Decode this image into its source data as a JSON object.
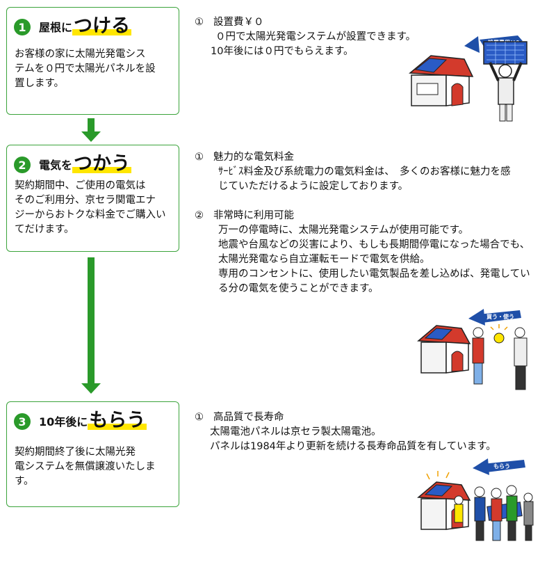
{
  "steps": [
    {
      "number": "1",
      "heading_small": "屋根に",
      "heading_big": "つける",
      "body": [
        "お客様の家に太陽光発電シス",
        "テムを０円で太陽光パネルを設",
        "置します。"
      ]
    },
    {
      "number": "2",
      "heading_small": "電気を",
      "heading_big": "つかう",
      "body": [
        "契約期間中、ご使用の電気は",
        "そのご利用分、京セラ関電エナ",
        "ジーからおトクな料金でご購入い",
        "てだけます。"
      ]
    },
    {
      "number": "3",
      "heading_small": "10年後に",
      "heading_big": "もらう",
      "body": [
        "契約期間終了後に太陽光発",
        "電システムを無償譲渡いたしま",
        "す。"
      ]
    }
  ],
  "details": {
    "s1": {
      "marker": "①",
      "title": "設置費￥０",
      "lines": [
        "０円で太陽光発電システムが設置できます。",
        "10年後には０円でもらえます。"
      ]
    },
    "s2a": {
      "marker": "①",
      "title": "魅力的な電気料金",
      "lines": [
        "ｻｰﾋﾞｽ料金及び系統電力の電気料金は、　多くのお客様に魅力を感",
        "じていただけるように設定しております。"
      ]
    },
    "s2b": {
      "marker": "②",
      "title": "非常時に利用可能",
      "lines": [
        "万一の停電時に、太陽光発電システムが使用可能です。",
        "地震や台風などの災害により、もしも長期間停電になった場合でも、",
        "太陽光発電なら自立運転モードで電気を供給。",
        "専用のコンセントに、使用したい電気製品を差し込めば、発電してい",
        "る分の電気を使うことができます。"
      ]
    },
    "s3": {
      "marker": "①",
      "title": "高品質で長寿命",
      "lines": [
        "太陽電池パネルは京セラ製太陽電池。",
        "パネルは1984年より更新を続ける長寿命品質を有しています。"
      ]
    }
  },
  "illustrations": {
    "ill1_label": "設置費用￥0",
    "ill2_label": "買う・使う",
    "ill3_label": "もらう"
  },
  "colors": {
    "green": "#2a9a2a",
    "yellow": "#ffe600",
    "blue": "#1f4fa8",
    "roof_red": "#d33a2c"
  }
}
